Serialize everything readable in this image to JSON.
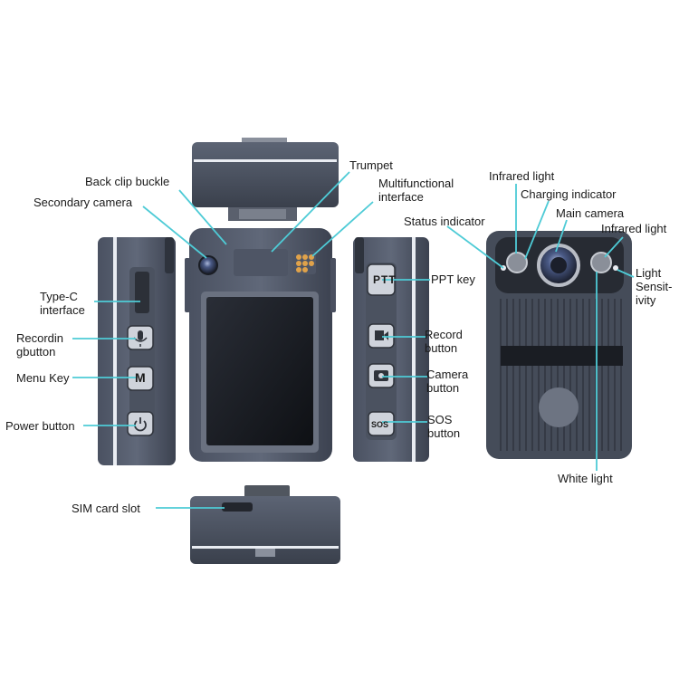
{
  "labels": {
    "back_clip_buckle": "Back clip buckle",
    "trumpet": "Trumpet",
    "multifunctional_interface": "Multifunctional\ninterface",
    "secondary_camera": "Secondary camera",
    "type_c_interface": "Type-C\ninterface",
    "recording_button": "Recordin\ngbutton",
    "menu_key": "Menu Key",
    "power_button": "Power button",
    "ppt_key": "PPT key",
    "record_button": "Record\nbutton",
    "camera_button": "Camera\nbutton",
    "sos_button": "SOS\nbutton",
    "infrared_light_left": "Infrared light",
    "charging_indicator": "Charging indicator",
    "main_camera": "Main camera",
    "infrared_light_right": "Infrared light",
    "status_indicator": "Status indicator",
    "light_sensitivity": "Light\nSensit-\nivity",
    "white_light": "White light",
    "sim_card_slot": "SIM card slot"
  },
  "buttons": {
    "ppt": "PTT",
    "menu": "M",
    "sos": "SOS"
  },
  "colors": {
    "body_dark": "#3f4654",
    "body_mid": "#59606f",
    "highlight": "#e9ecf2",
    "leader_line": "#4ecbd6",
    "button_face": "#cfd3db",
    "screen": "#16181d"
  }
}
